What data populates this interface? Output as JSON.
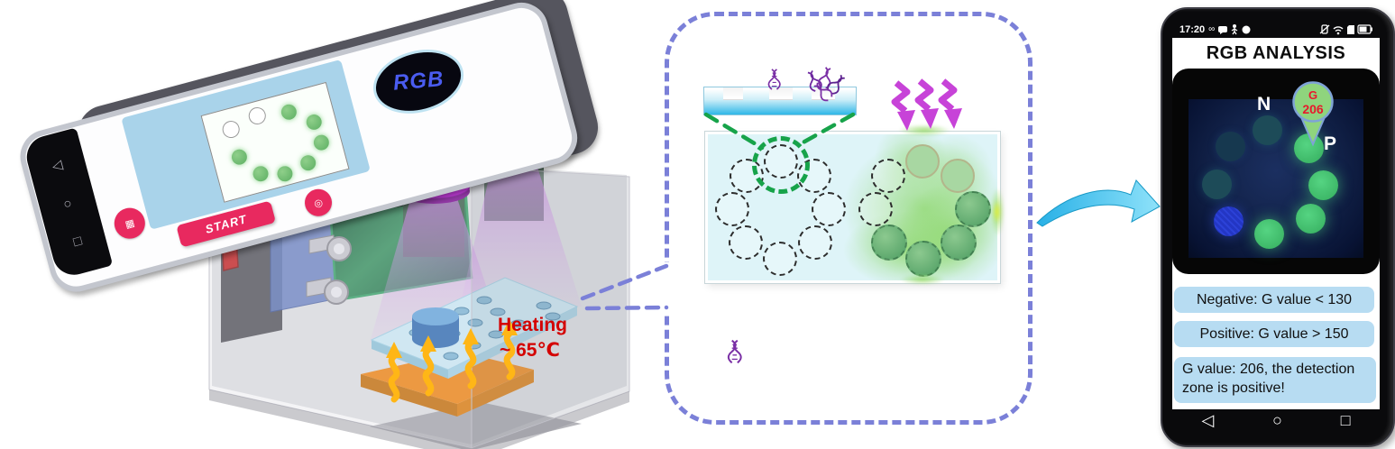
{
  "figure": {
    "background": "#ffffff",
    "type": "smartphone LAMP detection device diagram"
  },
  "device": {
    "heating": {
      "line1": "Heating",
      "line2": "~ 65℃",
      "color": "#d40000"
    },
    "led_color": "#cf10ee",
    "heater_color": "#f5860f",
    "battery_color": "#2f9158",
    "phone_app": {
      "logo": "RGB",
      "logo_color": "#4a5cf0",
      "start": "START",
      "start_bg": "#e8295f",
      "panel_color": "#a9d3ea",
      "well_dots": {
        "empty": 2,
        "green": 7
      }
    },
    "nav": {
      "back": "◁",
      "home": "○",
      "recents": "□"
    }
  },
  "magnified_view": {
    "border_color": "#7b80d8",
    "strip": {
      "well_count": 3,
      "dna": [
        "none",
        "single strand",
        "amplified cluster"
      ]
    },
    "uv_arrow_count": 3,
    "uv_arrow_color": "#c743d8",
    "left_ring": {
      "wells": 8,
      "filled_green": 0
    },
    "right_ring": {
      "wells": 8,
      "filled_green": 6,
      "empty_dashed": 2
    },
    "highlight_circle_color": "#17a34a"
  },
  "transfer_arrow_color": "#35c2ef",
  "result_phone": {
    "statusbar": {
      "time": "17:20",
      "infinity": "∞"
    },
    "title": "RGB ANALYSIS",
    "photo": {
      "negative_label": "N",
      "positive_label": "P",
      "pin": {
        "label": "G",
        "value": "206",
        "fill": "#8fd47d",
        "text_color": "#e8192c"
      },
      "dots": [
        {
          "position": "top",
          "appearance": "dim teal",
          "result": "negative"
        },
        {
          "position": "top-right",
          "appearance": "bright green",
          "result": "positive"
        },
        {
          "position": "right",
          "appearance": "bright green",
          "result": "positive"
        },
        {
          "position": "bottom-right",
          "appearance": "bright green",
          "result": "positive"
        },
        {
          "position": "bottom",
          "appearance": "bright green",
          "result": "positive"
        },
        {
          "position": "bottom-left",
          "appearance": "blue",
          "result": "negative"
        },
        {
          "position": "left",
          "appearance": "dim teal",
          "result": "negative"
        },
        {
          "position": "top-left",
          "appearance": "dim blue",
          "result": "negative"
        }
      ]
    },
    "info_boxes": {
      "negative": "Negative: G value < 130",
      "positive": "Positive: G value > 150",
      "result_line1": "G value: 206, the detection",
      "result_line2": "zone is positive!"
    },
    "nav": {
      "back": "◁",
      "home": "○",
      "recents": "□"
    }
  }
}
